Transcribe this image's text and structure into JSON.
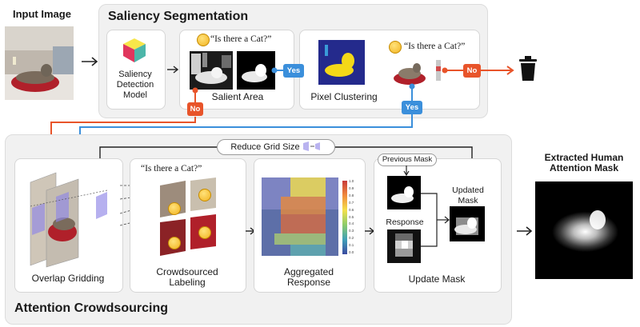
{
  "input": {
    "title": "Input Image"
  },
  "saliency": {
    "title": "Saliency Segmentation",
    "model_label": "Saliency Detection Model",
    "question": "“Is there a Cat?”",
    "salient_label": "Salient Area",
    "pixel_label": "Pixel Clustering",
    "question2": "“Is there a Cat?”",
    "yes1": "Yes",
    "no1": "No",
    "yes2": "Yes",
    "no2": "No"
  },
  "crowd": {
    "title": "Attention Crowdsourcing",
    "reduce": "Reduce Grid Size",
    "overlap": "Overlap Gridding",
    "question": "“Is there a Cat?”",
    "labeling": "Crowdsourced Labeling",
    "aggregated": "Aggregated Response",
    "previous_mask": "Previous Mask",
    "updated_mask": "Updated Mask",
    "response": "Response",
    "update": "Update Mask",
    "colorbar_ticks": [
      "1.0",
      "0.9",
      "0.8",
      "0.7",
      "0.6",
      "0.5",
      "0.4",
      "0.3",
      "0.2",
      "0.1",
      "0.0"
    ]
  },
  "output": {
    "title": "Extracted Human Attention Mask"
  },
  "colors": {
    "yes": "#3b8fdb",
    "no": "#e8542a",
    "panel": "#f1f1f1"
  },
  "icons": [
    "thinking-emoji-icon",
    "cube-icon",
    "trash-can-icon",
    "arrow-icon"
  ]
}
